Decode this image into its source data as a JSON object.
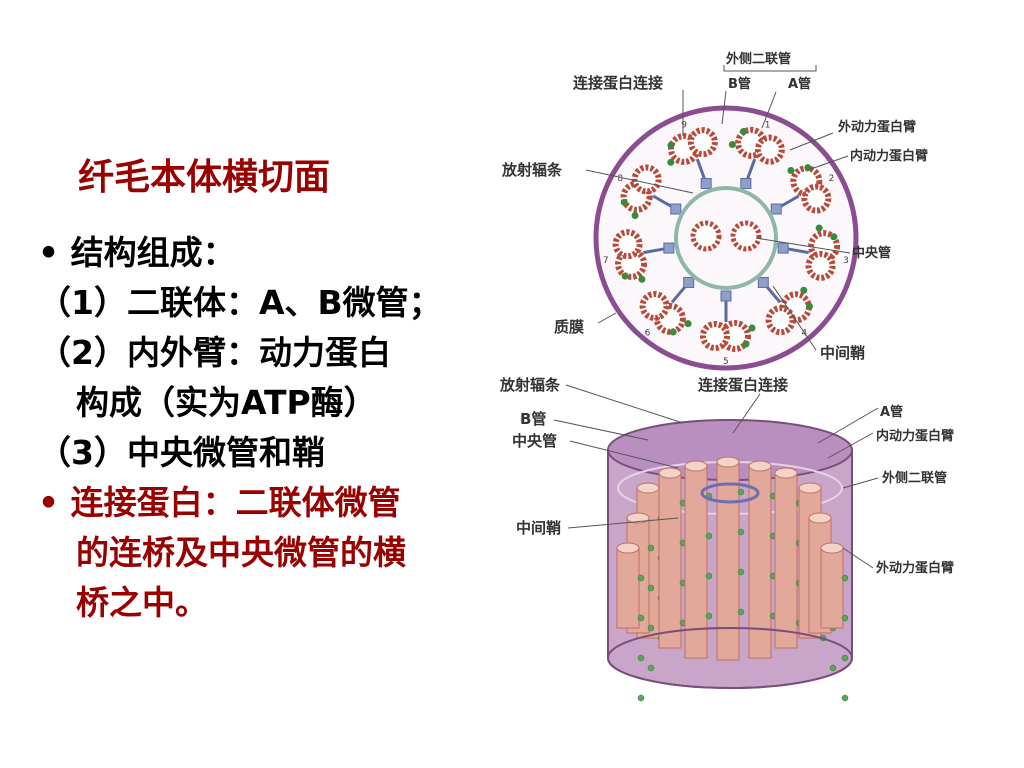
{
  "slide": {
    "title": "纤毛本体横切面",
    "bullets": [
      "• 结构组成：",
      "（1）二联体：A、B微管；",
      "（2）内外臂：动力蛋白",
      "构成（实为ATP酶）",
      "（3）中央微管和鞘",
      "• 连接蛋白：二联体微管",
      "的连桥及中央微管的横",
      "桥之中。"
    ]
  },
  "diagram_top": {
    "labels": {
      "outer_doublet": "外侧二联管",
      "nexin": "连接蛋白连接",
      "b_tubule": "B管",
      "a_tubule": "A管",
      "outer_dynein_arm": "外动力蛋白臂",
      "inner_dynein_arm": "内动力蛋白臂",
      "radial_spoke": "放射辐条",
      "central_tubule": "中央管",
      "membrane": "质膜",
      "central_sheath": "中间鞘"
    },
    "doublet_numbers": [
      "1",
      "2",
      "3",
      "4",
      "5",
      "6",
      "7",
      "8",
      "9"
    ],
    "colors": {
      "membrane": "#8a4d8f",
      "doublet": "#b84a3a",
      "arm": "#3a8a3a",
      "spoke": "#5a6aa8"
    }
  },
  "diagram_bottom": {
    "labels": {
      "radial_spoke": "放射辐条",
      "nexin": "连接蛋白连接",
      "b_tubule": "B管",
      "central_tubule": "中央管",
      "a_tubule": "A管",
      "inner_dynein_arm": "内动力蛋白臂",
      "outer_doublet": "外侧二联管",
      "central_sheath": "中间鞘",
      "outer_dynein_arm": "外动力蛋白臂"
    },
    "colors": {
      "cylinder": "#e2a89a",
      "cylinder_shadow": "#c07060",
      "sheath": "#c9a6c9"
    }
  }
}
